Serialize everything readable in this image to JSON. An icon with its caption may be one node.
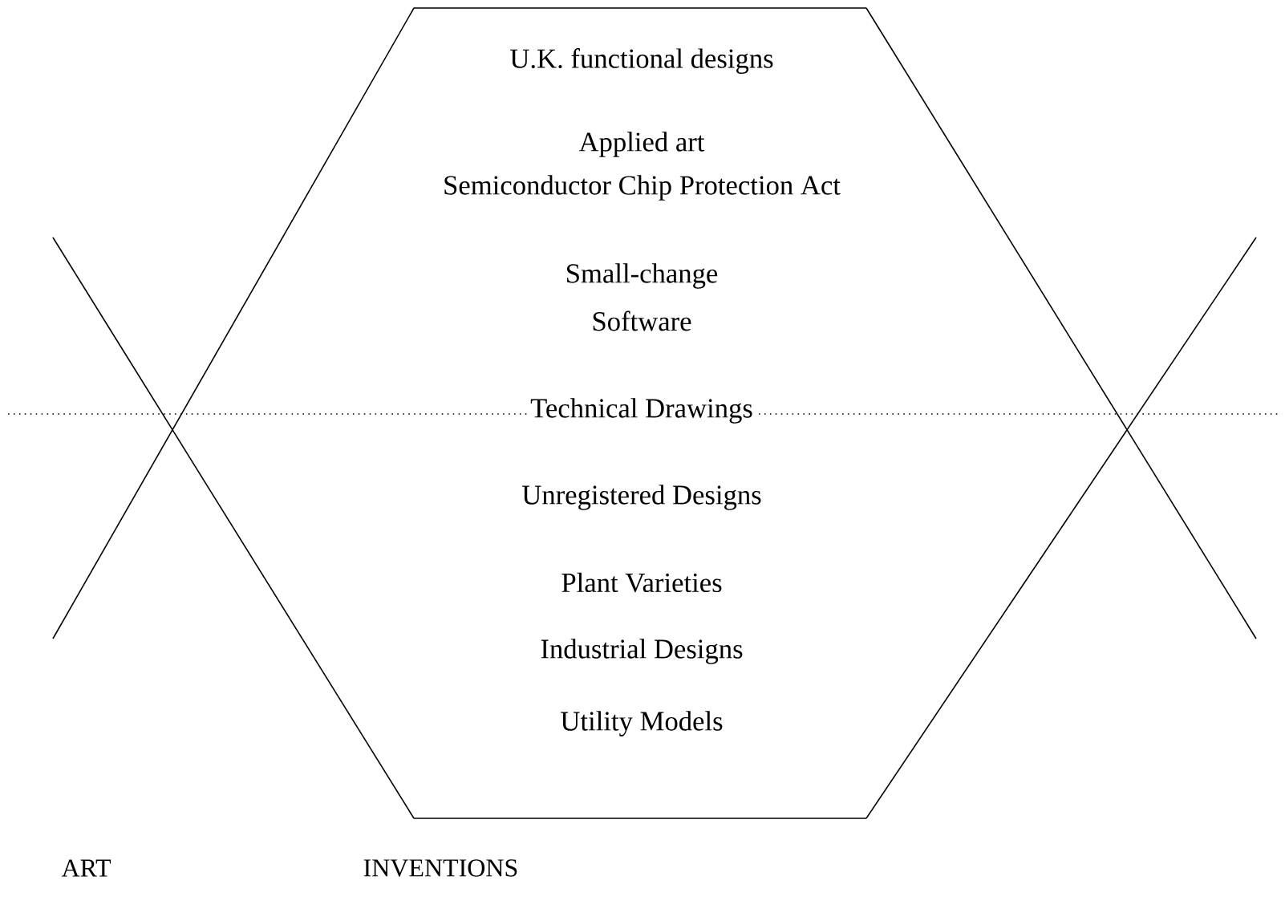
{
  "diagram": {
    "nodes": [
      {
        "text": [
          "U.K. functional designs",
          "Applied art",
          "Semiconductor Chip Protection Act",
          "Small-change",
          "Software",
          "Technical Drawings",
          "Unregistered Designs",
          "Plant Varieties",
          "Industrial Designs",
          "Utility Models"
        ]
      }
    ],
    "labels": [
      "ART",
      "INVENTIONS"
    ]
  }
}
